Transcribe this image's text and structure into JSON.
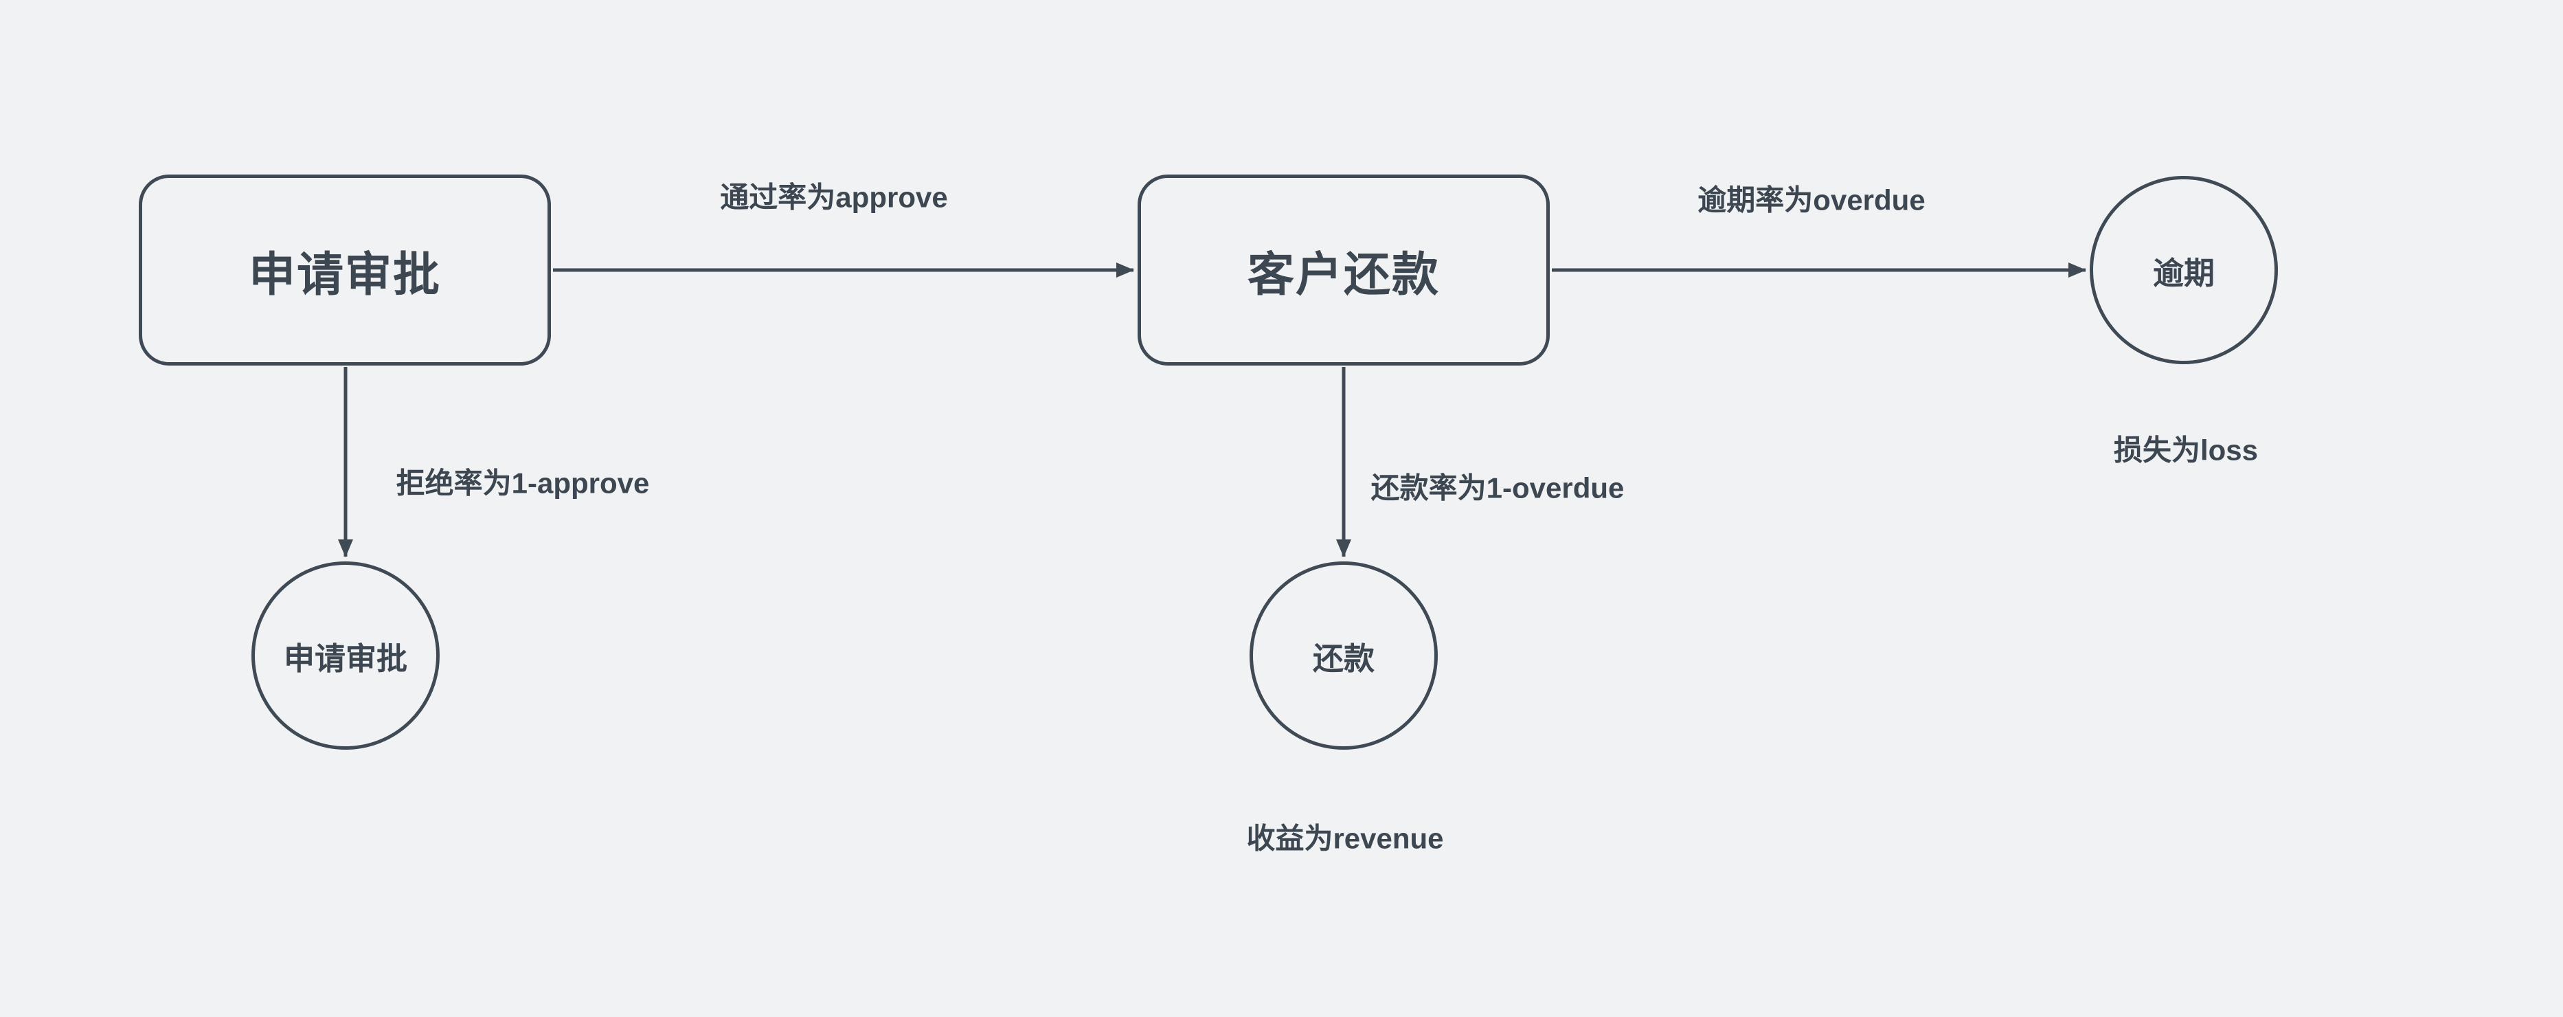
{
  "colors": {
    "background": "#f1f2f4",
    "stroke": "#3f4a55",
    "text": "#3d4751"
  },
  "diagram": {
    "nodes": {
      "approval_box": {
        "shape": "rounded-rectangle",
        "label": "申请审批"
      },
      "repayment_box": {
        "shape": "rounded-rectangle",
        "label": "客户还款"
      },
      "overdue_circle": {
        "shape": "circle",
        "label": "逾期"
      },
      "rejected_circle": {
        "shape": "circle",
        "label": "申请审批"
      },
      "repaid_circle": {
        "shape": "circle",
        "label": "还款"
      }
    },
    "edges": {
      "approval_to_repayment": {
        "label": "通过率为approve"
      },
      "repayment_to_overdue": {
        "label": "逾期率为overdue"
      },
      "approval_to_rejected": {
        "label": "拒绝率为1-approve"
      },
      "repayment_to_repaid": {
        "label": "还款率为1-overdue"
      }
    },
    "annotations": {
      "loss": "损失为loss",
      "revenue": "收益为revenue"
    }
  }
}
